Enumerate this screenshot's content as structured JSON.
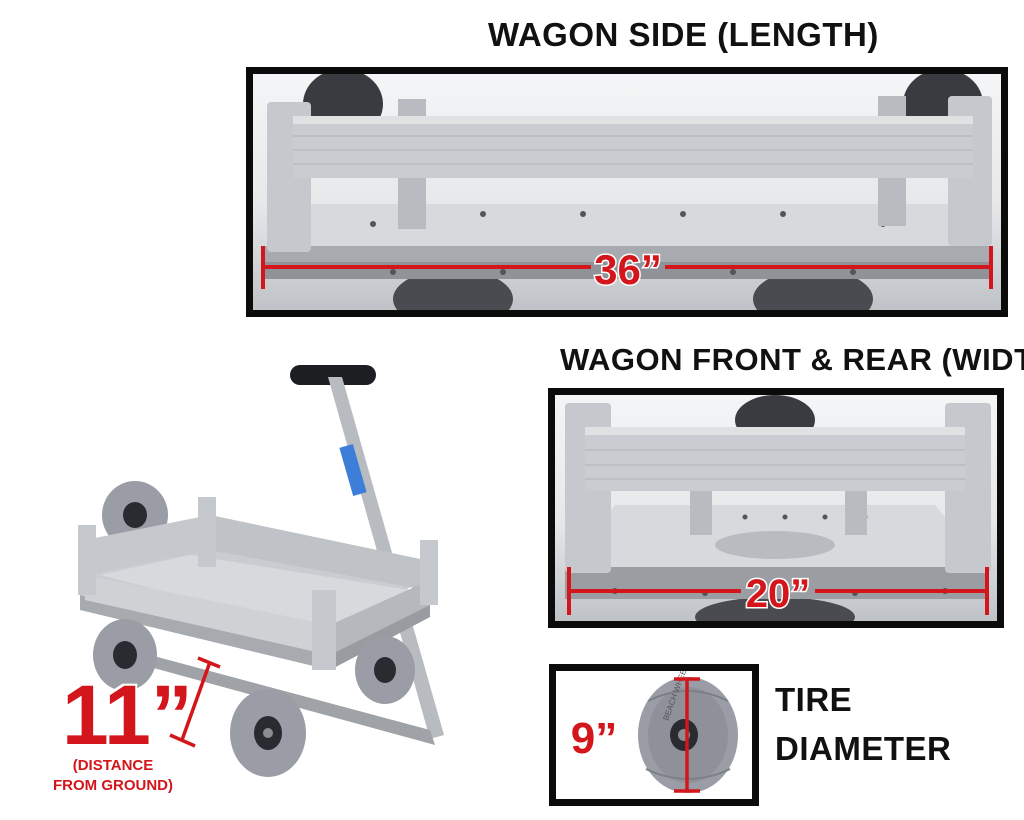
{
  "side_panel": {
    "title": "WAGON SIDE (LENGTH)",
    "measurement": "36”"
  },
  "front_panel": {
    "title": "WAGON FRONT & REAR (WIDTH)",
    "measurement": "20”"
  },
  "tire_panel": {
    "measurement": "9”",
    "label_line1": "TIRE",
    "label_line2": "DIAMETER",
    "tire_text": "BEACH WHEEL"
  },
  "clearance": {
    "measurement": "11”",
    "note_line1": "(DISTANCE",
    "note_line2": "FROM GROUND)"
  },
  "colors": {
    "accent_red": "#d3161b",
    "frame": "#0b0b0b",
    "aluminum": "#c9ccd0",
    "tire": "#9a9ca6"
  }
}
